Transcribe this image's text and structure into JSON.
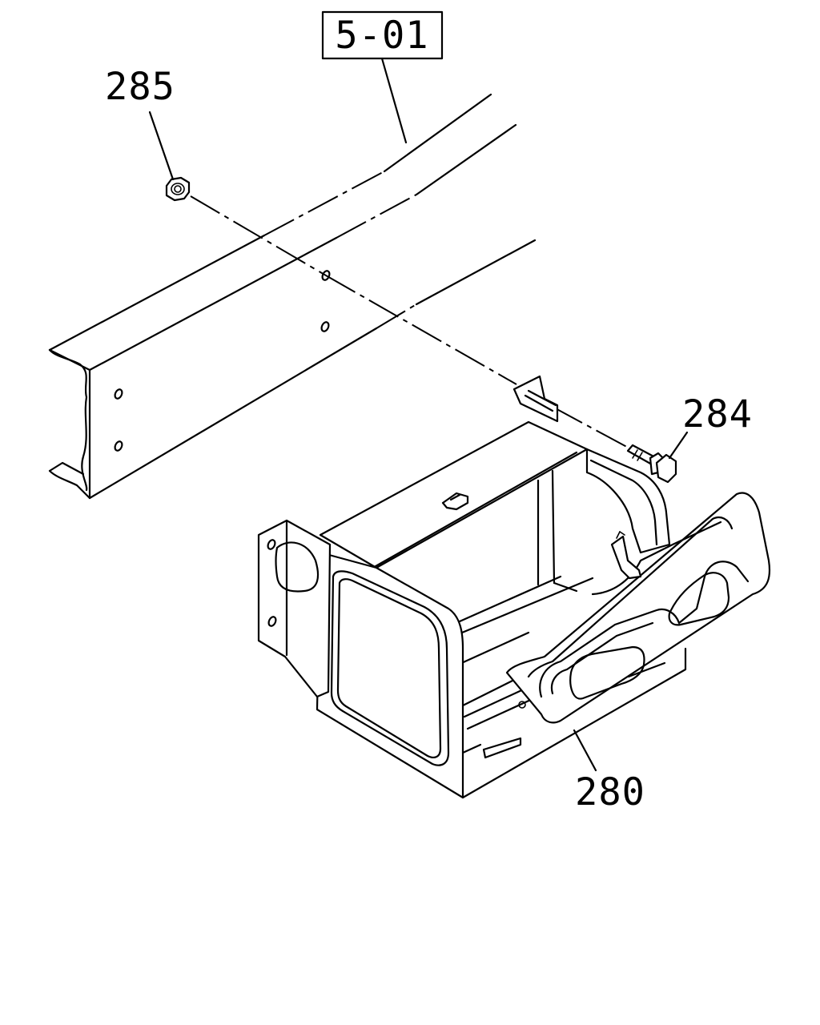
{
  "callouts": {
    "ref_box": "5-01",
    "nut": "285",
    "bolt": "284",
    "bracket": "280"
  }
}
